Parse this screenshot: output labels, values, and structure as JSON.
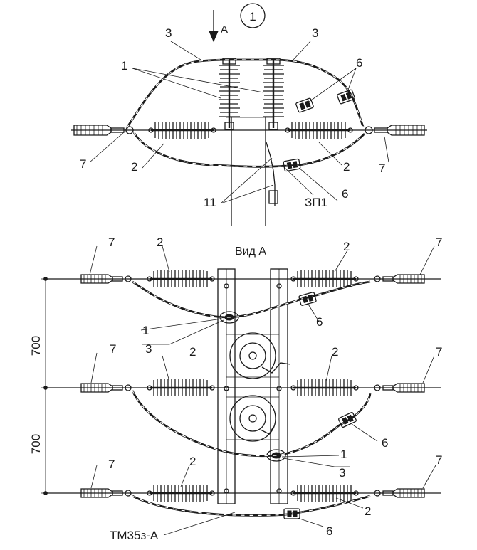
{
  "detail": {
    "number": "1"
  },
  "arrow": {
    "label": "A"
  },
  "view": {
    "title": "Вид А"
  },
  "callouts": {
    "insulator_pin": "1",
    "insulator_suspension": "2",
    "conductor_loop": "3",
    "clamp": "6",
    "terminal": "7",
    "grounding": "11",
    "grounding_code": "ЗП1",
    "bracket_code": "ТМ35з-А"
  },
  "dimensions": {
    "phase_spacing_upper": "700",
    "phase_spacing_lower": "700"
  }
}
